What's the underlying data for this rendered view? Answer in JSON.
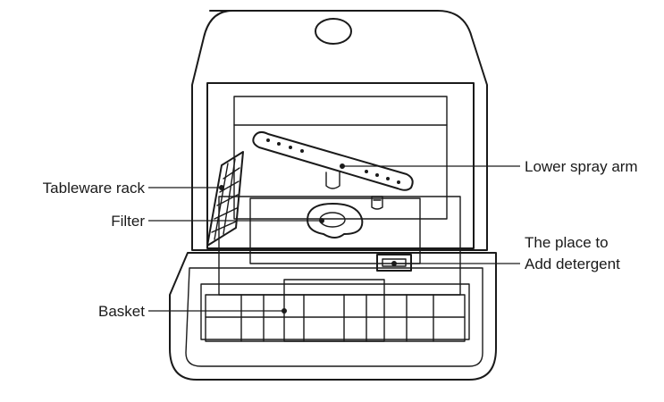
{
  "labels": {
    "lower_spray_arm": "Lower spray arm",
    "tableware_rack": "Tableware rack",
    "filter": "Filter",
    "detergent_line1": "The place to",
    "detergent_line2": "Add detergent",
    "basket": "Basket"
  }
}
